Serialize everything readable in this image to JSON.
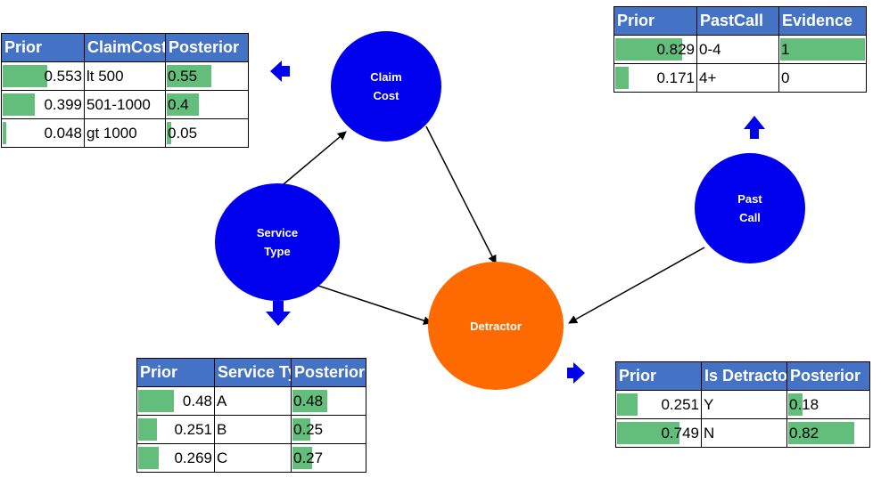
{
  "nodes": {
    "claim_cost": {
      "label": "Claim\nCost",
      "color": "#0000ee"
    },
    "service_type": {
      "label": "Service\nType",
      "color": "#0000ee"
    },
    "past_call": {
      "label": "Past\nCall",
      "color": "#0000ee"
    },
    "detractor": {
      "label": "Detractor",
      "color": "#ff6a00"
    }
  },
  "colors": {
    "header_bg": "#4472c4",
    "bar": "#63be7b",
    "arrow_block": "#0000ee"
  },
  "tables": {
    "claim_cost": {
      "headers": [
        "Prior",
        "ClaimCost",
        "Posterior"
      ],
      "rows": [
        {
          "prior": "0.553",
          "state": "lt 500",
          "third": "0.55",
          "prior_frac": 0.553,
          "third_frac": 0.55
        },
        {
          "prior": "0.399",
          "state": "501-1000",
          "third": "0.4",
          "prior_frac": 0.399,
          "third_frac": 0.4
        },
        {
          "prior": "0.048",
          "state": "gt 1000",
          "third": "0.05",
          "prior_frac": 0.048,
          "third_frac": 0.05
        }
      ]
    },
    "past_call": {
      "headers": [
        "Prior",
        "PastCall",
        "Evidence"
      ],
      "rows": [
        {
          "prior": "0.829",
          "state": "0-4",
          "third": "1",
          "prior_frac": 0.829,
          "third_frac": 1
        },
        {
          "prior": "0.171",
          "state": "4+",
          "third": "0",
          "prior_frac": 0.171,
          "third_frac": 0
        }
      ]
    },
    "service_type": {
      "headers": [
        "Prior",
        "Service Ty",
        "Posterior"
      ],
      "rows": [
        {
          "prior": "0.48",
          "state": "A",
          "third": "0.48",
          "prior_frac": 0.48,
          "third_frac": 0.48
        },
        {
          "prior": "0.251",
          "state": "B",
          "third": "0.25",
          "prior_frac": 0.251,
          "third_frac": 0.25
        },
        {
          "prior": "0.269",
          "state": "C",
          "third": "0.27",
          "prior_frac": 0.269,
          "third_frac": 0.27
        }
      ]
    },
    "detractor": {
      "headers": [
        "Prior",
        "Is Detracto",
        "Posterior"
      ],
      "rows": [
        {
          "prior": "0.251",
          "state": "Y",
          "third": "0.18",
          "prior_frac": 0.251,
          "third_frac": 0.18
        },
        {
          "prior": "0.749",
          "state": "N",
          "third": "0.82",
          "prior_frac": 0.749,
          "third_frac": 0.82
        }
      ]
    }
  }
}
